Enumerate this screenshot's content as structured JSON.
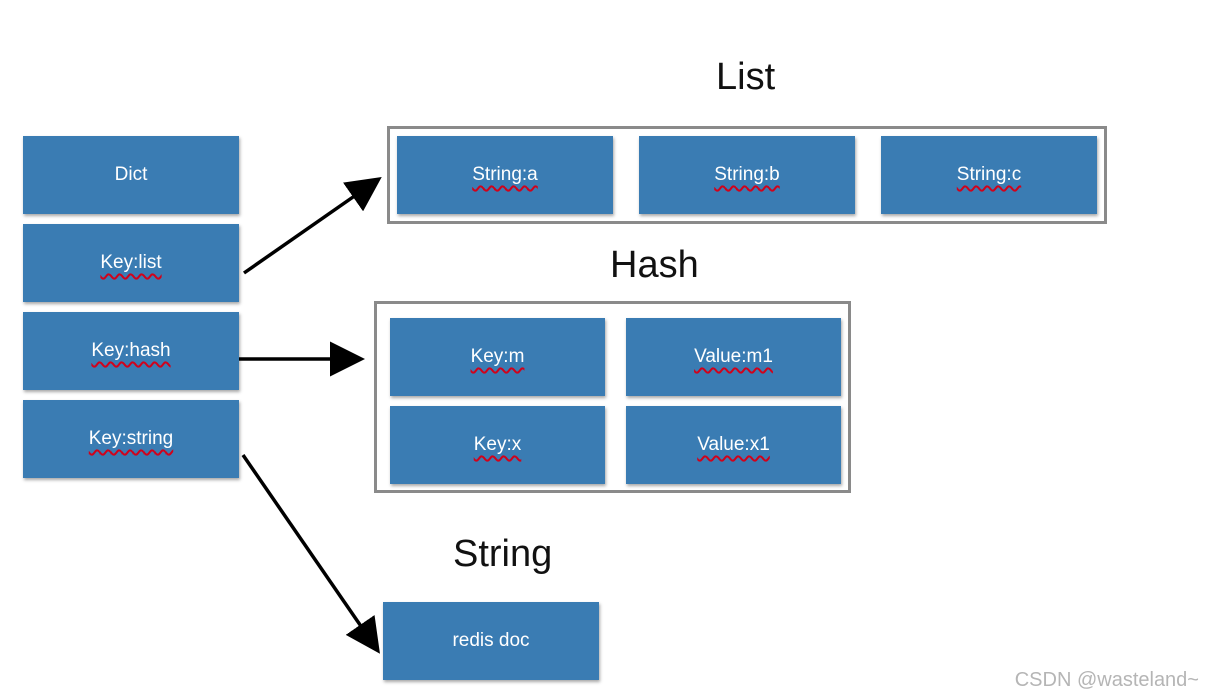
{
  "diagram": {
    "dict": {
      "label": "Dict",
      "keys": [
        "Key:list",
        "Key:hash",
        "Key:string"
      ]
    },
    "list": {
      "title": "List",
      "items": [
        "String:a",
        "String:b",
        "String:c"
      ]
    },
    "hash": {
      "title": "Hash",
      "cells": [
        "Key:m",
        "Value:m1",
        "Key:x",
        "Value:x1"
      ]
    },
    "string": {
      "title": "String",
      "value": "redis doc"
    }
  },
  "watermark": "CSDN @wasteland~",
  "colors": {
    "box_fill": "#3a7cb3",
    "frame_border": "#8a8a8a",
    "spellcheck_underline": "#d0021b"
  }
}
